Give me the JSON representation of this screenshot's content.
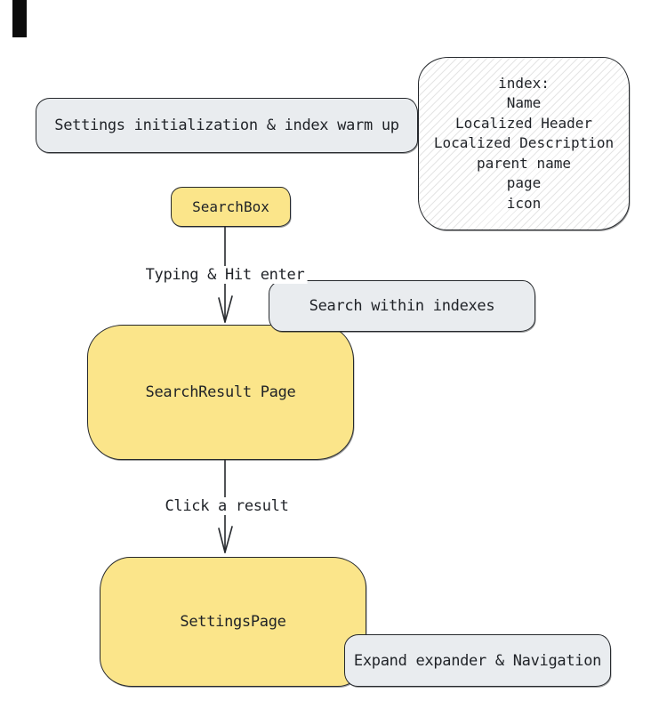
{
  "diagram": {
    "nodes": {
      "init": {
        "label": "Settings initialization & index warm up"
      },
      "index_note": {
        "lines": [
          "index:",
          "Name",
          "Localized Header",
          "Localized Description",
          "parent name",
          "page",
          "icon"
        ]
      },
      "searchbox": {
        "label": "SearchBox"
      },
      "search_within": {
        "label": "Search within indexes"
      },
      "search_result": {
        "label": "SearchResult Page"
      },
      "settings_page": {
        "label": "SettingsPage"
      },
      "expand_nav": {
        "label": "Expand expander & Navigation"
      }
    },
    "edges": {
      "typing": {
        "label": "Typing & Hit enter"
      },
      "click": {
        "label": "Click a result"
      }
    },
    "colors": {
      "yellow": "#fbe58a",
      "gray": "#e9ecef",
      "stroke": "#26292d",
      "text": "#1f2227"
    }
  }
}
